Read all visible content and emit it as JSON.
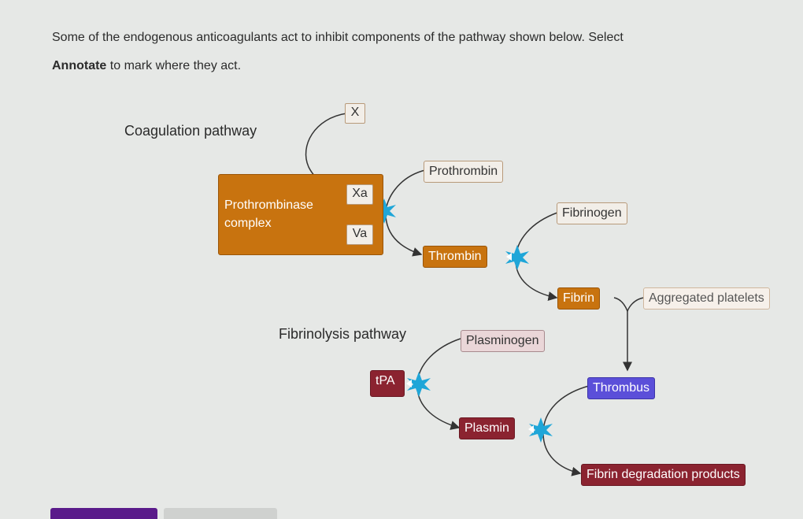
{
  "instructions": {
    "line1": "Some of the endogenous anticoagulants act to inhibit components of the pathway shown below. Select",
    "line2_bold": "Annotate",
    "line2_rest": " to mark where they act."
  },
  "coagulation": {
    "title": "Coagulation pathway",
    "x": "X",
    "xa": "Xa",
    "va": "Va",
    "complex_line1": "Prothrombinase",
    "complex_line2": "complex",
    "prothrombin": "Prothrombin",
    "thrombin": "Thrombin",
    "fibrinogen": "Fibrinogen",
    "fibrin": "Fibrin",
    "aggregated_platelets": "Aggregated platelets",
    "thrombus": "Thrombus",
    "fibrin_degradation": "Fibrin degradation products"
  },
  "fibrinolysis": {
    "title": "Fibrinolysis pathway",
    "plasminogen": "Plasminogen",
    "tpa": "tPA",
    "plasmin": "Plasmin"
  },
  "colors": {
    "orange": "#c8730f",
    "maroon": "#8b2330",
    "blue": "#5b4fd9",
    "star": "#1fa6d8"
  }
}
